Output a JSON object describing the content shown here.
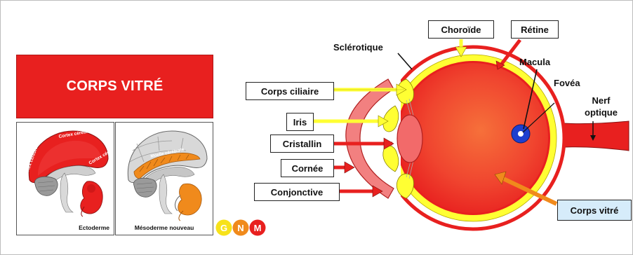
{
  "title": "CORPS VITRÉ",
  "panels": {
    "ecto": {
      "caption": "Ectoderme",
      "brain_labels": [
        "Cortex cérébral",
        "Cortex cérébral",
        "Cortex cérébral"
      ]
    },
    "meso": {
      "caption": "Mésoderme nouveau",
      "brain_label": "Moelle cérébrale"
    }
  },
  "logo": {
    "letters": [
      "G",
      "N",
      "M"
    ]
  },
  "eye": {
    "left_labels": [
      "Corps ciliaire",
      "Iris",
      "Cristallin",
      "Cornée",
      "Conjonctive"
    ],
    "top_labels": {
      "sclera": "Sclérotique",
      "choroid": "Choroïde",
      "retina": "Rétine"
    },
    "right_labels": {
      "macula": "Macula",
      "fovea": "Fovéa",
      "nerve_line1": "Nerf",
      "nerve_line2": "optique"
    },
    "highlight": "Corps vitré"
  },
  "colors": {
    "red": "#e8201f",
    "yellow": "#ffff33",
    "orange": "#f08a1c",
    "blue": "#1d3fcf",
    "label_blue_bg": "#d6ecfa"
  }
}
